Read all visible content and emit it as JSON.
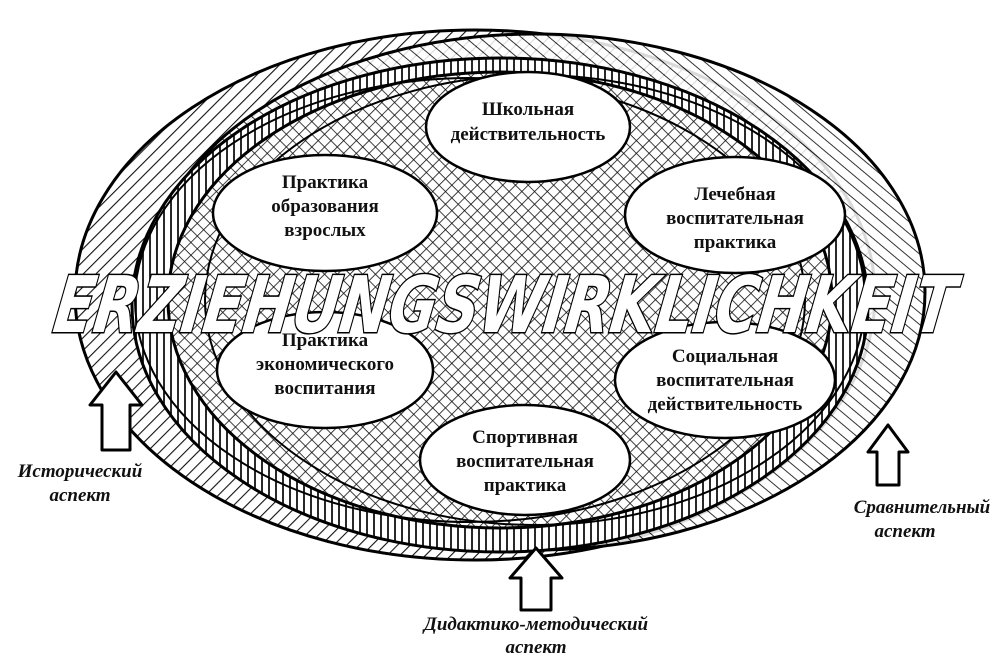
{
  "title": "ERZIEHUNGSWIRKLICHKEIT",
  "nodes": {
    "school": [
      "Школьная",
      "действительность"
    ],
    "adult_education": [
      "Практика",
      "образования",
      "взрослых"
    ],
    "therapeutic": [
      "Лечебная",
      "воспитательная",
      "практика"
    ],
    "economic": [
      "Практика",
      "экономического",
      "воспитания"
    ],
    "social": [
      "Социальная",
      "воспитательная",
      "действительность"
    ],
    "sport": [
      "Спортивная",
      "воспитательная",
      "практика"
    ]
  },
  "aspects": {
    "historical": [
      "Исторический",
      "аспект"
    ],
    "comparative": [
      "Сравнительный",
      "аспект"
    ],
    "didactic": [
      "Дидактико-методический",
      "аспект"
    ]
  }
}
